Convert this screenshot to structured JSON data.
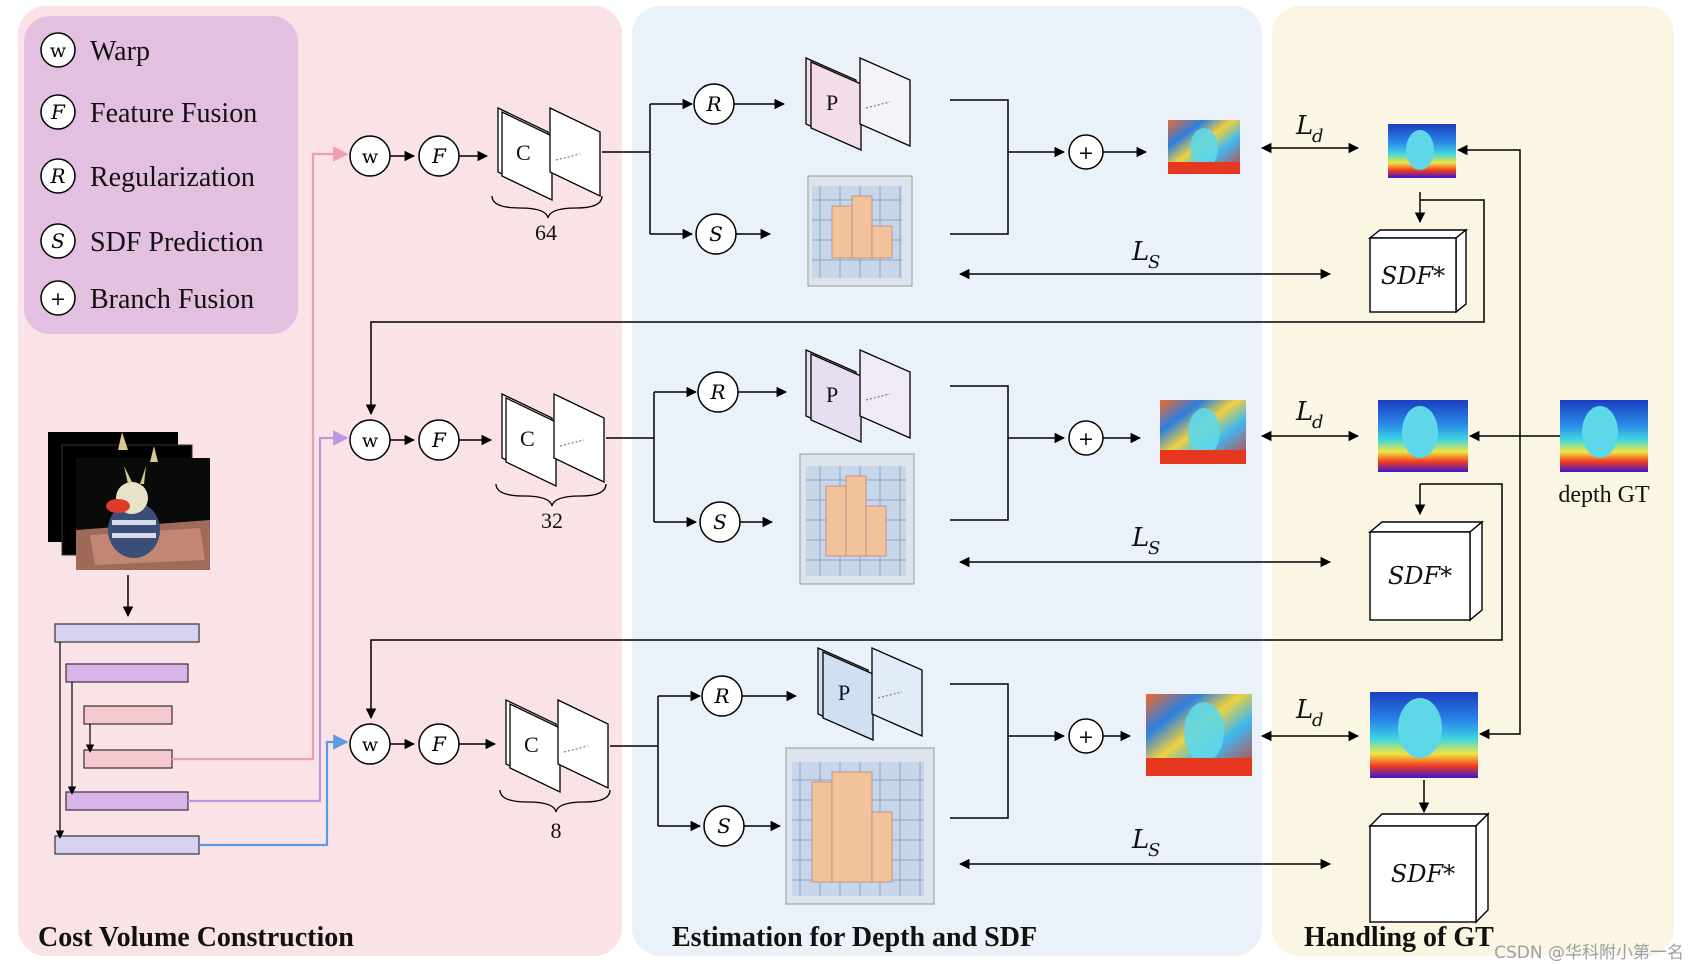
{
  "legend": {
    "items": [
      {
        "symbol": "w",
        "label": "Warp"
      },
      {
        "symbol": "F",
        "label": "Feature Fusion"
      },
      {
        "symbol": "R",
        "label": "Regularization"
      },
      {
        "symbol": "S",
        "label": "SDF Prediction"
      },
      {
        "symbol": "+",
        "label": "Branch Fusion"
      }
    ]
  },
  "panels": {
    "cost_volume": "Cost Volume Construction",
    "estimation": "Estimation for Depth and SDF",
    "gt": "Handling of GT"
  },
  "node_symbols": {
    "warp": "w",
    "fusion": "F",
    "reg": "R",
    "sdf": "S",
    "plus": "+"
  },
  "volume_letters": {
    "cost": "C",
    "prob": "P"
  },
  "stages": [
    {
      "channels": "64"
    },
    {
      "channels": "32"
    },
    {
      "channels": "8"
    }
  ],
  "loss": {
    "symbol": "L",
    "depth_sub": "d",
    "sdf_sub": "S"
  },
  "sdf_gt": "SDF*",
  "depth_gt_label": "depth GT",
  "watermark": "CSDN @华科附小第一名",
  "colors": {
    "cost_panel": "#f9e3e6",
    "estimation_panel": "#eaf1f8",
    "gt_panel": "#fbf5e4",
    "legend_bg": "#e3c0e0",
    "arrow_pink": "#f0a0ac",
    "arrow_purple": "#b896e0",
    "arrow_blue": "#5b9be0",
    "feature_pink": "#f5c9cf",
    "feature_purple": "#d9b4ea",
    "feature_lavender": "#d5d3f0",
    "voxel_blue": "#c8d6ea",
    "voxel_orange": "#f2c29a"
  }
}
